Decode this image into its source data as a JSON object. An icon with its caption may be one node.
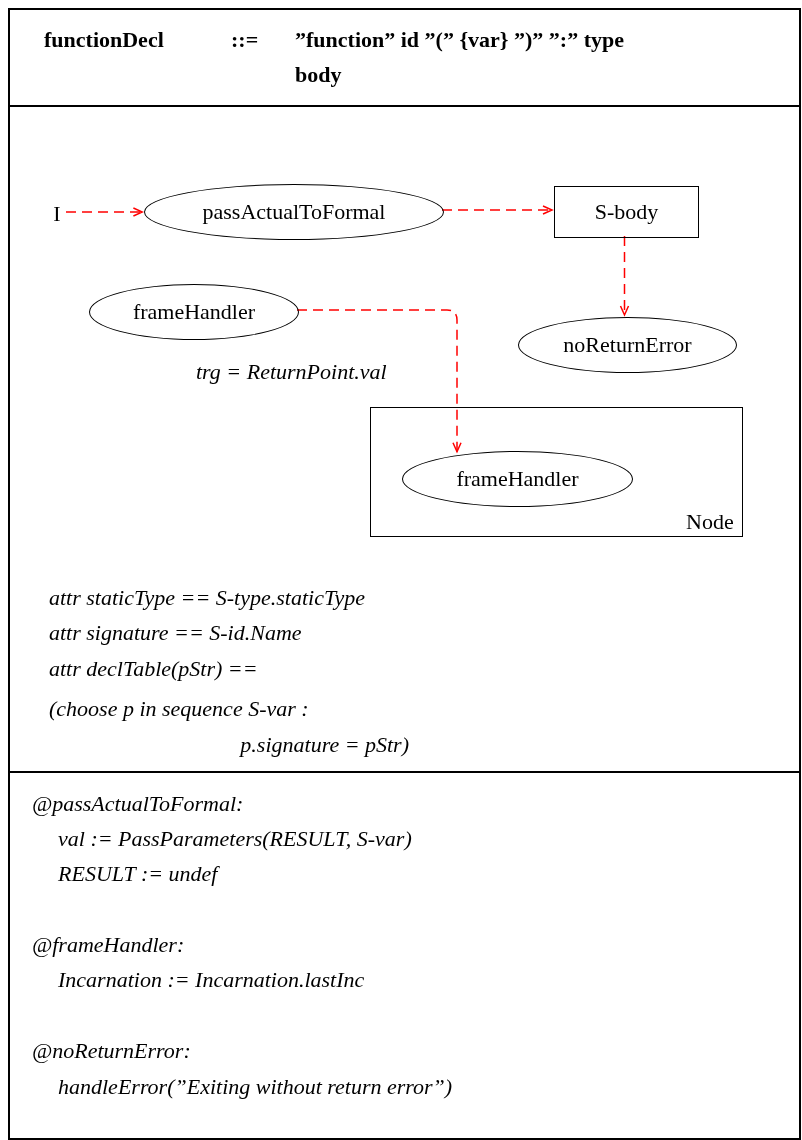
{
  "diagram": {
    "nodes": [
      {
        "text": [
          "functionDecl",
          "::=",
          "”function” id ”(” {var} ”)” ”:” type body"
        ]
      },
      {
        "text": [
          "attr staticType == S-type.staticType",
          "attr signature == S-id.Name",
          "attr declTable(pStr) ==",
          "(choose p in sequence S-var : p.signature = pStr)"
        ]
      },
      {
        "text": [
          "I"
        ],
        "in": 1
      },
      {
        "text": [
          "passActualToFormal"
        ],
        "in": 1
      },
      {
        "text": [
          "S-body"
        ],
        "in": 1
      },
      {
        "text": [
          "frameHandler"
        ],
        "in": 1
      },
      {
        "text": [
          "noReturnError"
        ],
        "in": 1
      },
      {
        "text": [
          "Node"
        ],
        "in": 1
      },
      {
        "text": [
          "frameHandler"
        ],
        "in": 7
      },
      {
        "text": [
          "@passActualToFormal:",
          "val := PassParameters(RESULT, S-var)",
          "RESULT := undef",
          "@frameHandler:",
          "Incarnation := Incarnation.lastInc",
          "@noReturnError:",
          "handleError(”Exiting without return error”)"
        ]
      }
    ],
    "edges": [
      {
        "from": 2,
        "to": 3,
        "arrow": "to",
        "style": "dashed"
      },
      {
        "from": 3,
        "to": 4,
        "arrow": "to",
        "style": "dashed"
      },
      {
        "from": 4,
        "to": 6,
        "arrow": "to",
        "style": "dashed"
      },
      {
        "from": 5,
        "to": 8,
        "arrow": "to",
        "style": "dashed",
        "label": "trg = ReturnPoint.val"
      }
    ]
  }
}
